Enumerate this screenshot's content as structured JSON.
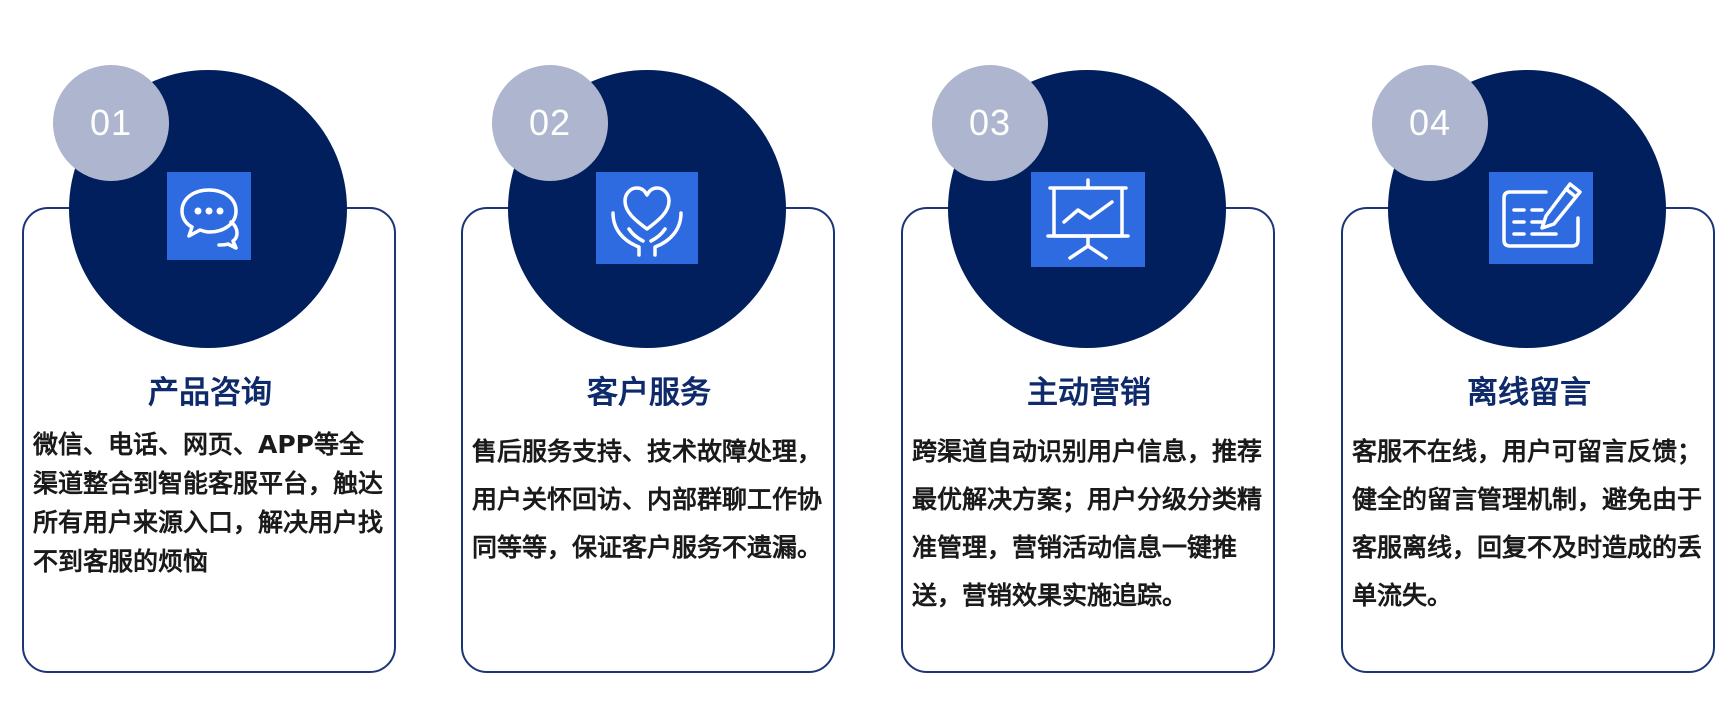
{
  "cards": [
    {
      "number": "01",
      "icon": "chat-bubbles-icon",
      "title": "产品咨询",
      "description": "微信、电话、网页、APP等全渠道整合到智能客服平台，触达所有用户来源入口，解决用户找不到客服的烦恼"
    },
    {
      "number": "02",
      "icon": "heart-hands-icon",
      "title": "客户服务",
      "description": "售后服务支持、技术故障处理，用户关怀回访、内部群聊工作协同等等，保证客户服务不遗漏。"
    },
    {
      "number": "03",
      "icon": "presentation-board-icon",
      "title": "主动营销",
      "description": "跨渠道自动识别用户信息，推荐最优解决方案；用户分级分类精准管理，营销活动信息一键推送，营销效果实施追踪。"
    },
    {
      "number": "04",
      "icon": "edit-note-icon",
      "title": "离线留言",
      "description": "客服不在线，用户可留言反馈；健全的留言管理机制，避免由于客服离线，回复不及时造成的丢单流失。"
    }
  ],
  "colors": {
    "navy_circle": "#011f5c",
    "number_circle": "#adb6ce",
    "icon_tile": "#2e6ae0",
    "card_border": "#1c3478",
    "title_text": "#0e2a6b",
    "body_text": "#1a1a1a"
  }
}
